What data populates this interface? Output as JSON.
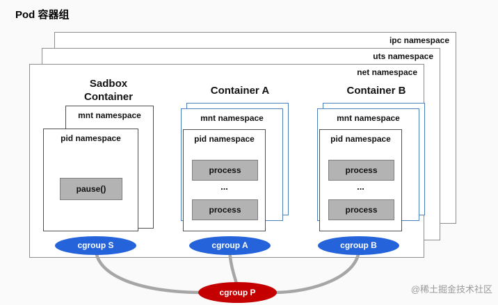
{
  "diagram": {
    "title": "Pod 容器组",
    "watermark": "@稀土掘金技术社区"
  },
  "namespaces": {
    "ipc_label": "ipc namespace",
    "uts_label": "uts namespace",
    "net_label": "net namespace"
  },
  "sandbox": {
    "title": "Sadbox Container",
    "mnt_label": "mnt namespace",
    "pid_label": "pid namespace",
    "pause_label": "pause()",
    "cgroup": "cgroup S"
  },
  "container_a": {
    "title": "Container A",
    "mnt_label": "mnt namespace",
    "pid_label": "pid namespace",
    "process_top": "process",
    "dots": "...",
    "process_bottom": "process",
    "cgroup": "cgroup A"
  },
  "container_b": {
    "title": "Container B",
    "mnt_label": "mnt namespace",
    "pid_label": "pid namespace",
    "process_top": "process",
    "dots": "...",
    "process_bottom": "process",
    "cgroup": "cgroup B"
  },
  "pod": {
    "cgroup": "cgroup P"
  },
  "colors": {
    "cgroup_blue": "#2463d9",
    "cgroup_red": "#c40000",
    "process_gray": "#b3b3b3",
    "container_border_blue": "#4a7ebb",
    "namespace_border_gray": "#8c8c8c",
    "connector_gray": "#a6a6a6"
  }
}
